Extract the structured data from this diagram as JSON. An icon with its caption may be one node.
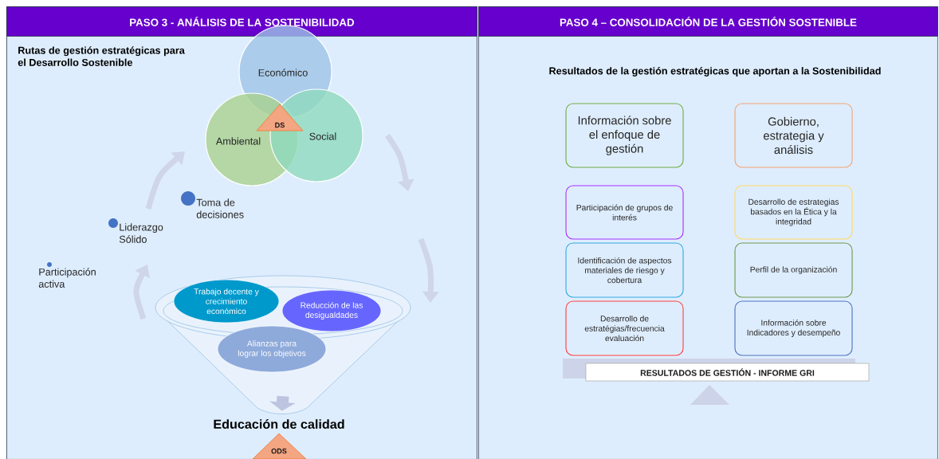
{
  "diagram": {
    "nodes": [
      {
        "text": [
          "PASO 3 - ANÁLISIS DE LA SOSTENIBILIDAD"
        ]
      },
      {
        "text": [
          "Económico"
        ],
        "in": 0
      },
      {
        "text": [
          "DS"
        ],
        "in": 0
      },
      {
        "text": [
          "Ambiental"
        ],
        "in": 0
      },
      {
        "text": [
          "Social"
        ],
        "in": 0
      },
      {
        "text": [],
        "shape": "circle",
        "beside": [
          "Toma de decisiones"
        ],
        "in": 0
      },
      {
        "text": [],
        "shape": "circle",
        "beside": [
          "Liderazgo Sólido"
        ],
        "in": 0
      },
      {
        "text": [],
        "shape": "circle",
        "beside": [
          "Participación activa"
        ],
        "in": 0
      },
      {
        "text": [],
        "shape": "funnel",
        "in": 0
      },
      {
        "text": [
          "Trabajo decente y crecimiento económico"
        ],
        "in": 0
      },
      {
        "text": [
          "Reducción de las desigualdades"
        ],
        "in": 0
      },
      {
        "text": [
          "Alianzas para lograr los objetivos"
        ],
        "in": 8
      },
      {
        "text": [
          "ODS"
        ],
        "beside": [
          "Educación de calidad"
        ],
        "in": 0
      },
      {
        "text": [
          "PASO 4 – CONSOLIDACIÓN DE LA GESTIÓN SOSTENIBLE"
        ]
      },
      {
        "text": [
          "Información sobre el enfoque de gestión"
        ],
        "in": 13
      },
      {
        "text": [
          "Gobierno, estrategia y análisis"
        ],
        "in": 13
      },
      {
        "text": [
          "Participación de grupos de interés"
        ],
        "in": 13
      },
      {
        "text": [
          "Desarrollo de estrategias basados en la Ética y la integridad"
        ],
        "in": 13
      },
      {
        "text": [
          "Identificación de aspectos materiales de riesgo y cobertura"
        ],
        "in": 13
      },
      {
        "text": [
          "Perfil de la organización"
        ],
        "in": 13
      },
      {
        "text": [
          "Desarrollo de estratégias/frecuencia evaluación"
        ],
        "in": 13
      },
      {
        "text": [
          "Información sobre Indicadores y desempeño"
        ],
        "in": 13
      },
      {
        "text": [
          "RESULTADOS DE GESTIÓN - INFORME GRI"
        ],
        "in": 13
      }
    ],
    "edges": [
      {
        "from": 8,
        "to": 12,
        "arrow": "to"
      }
    ],
    "labels": [
      "Rutas de gestión estratégicas para el Desarrollo Sostenible",
      "Resultados de la gestión estratégicas que aportan a la Sostenibilidad"
    ]
  }
}
